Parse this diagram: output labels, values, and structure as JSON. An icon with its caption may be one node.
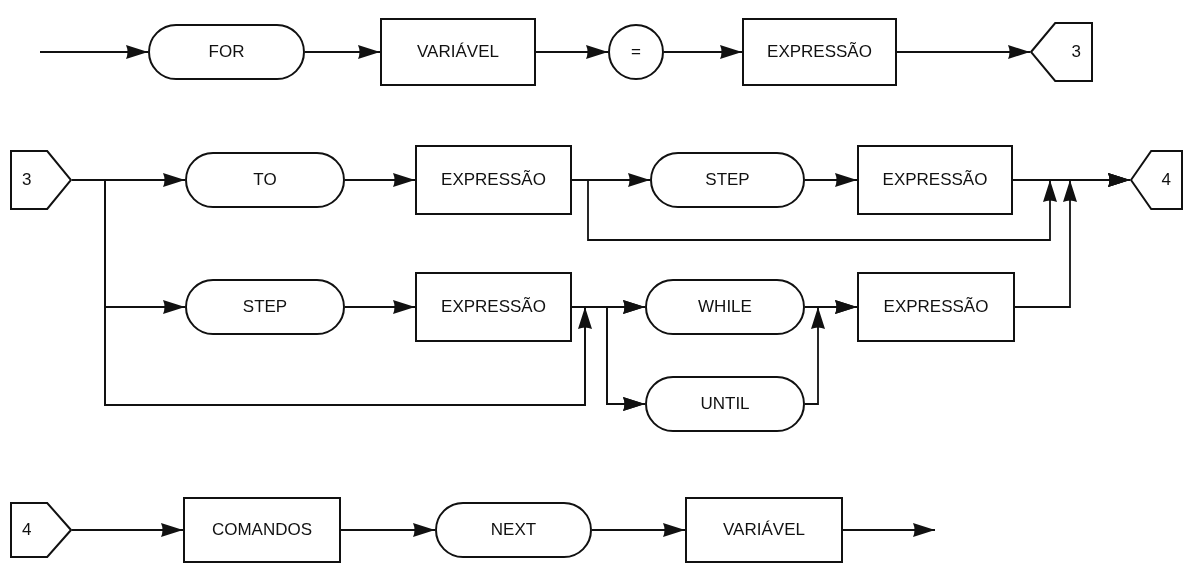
{
  "diagram": {
    "nodes": [
      {
        "text": [
          "FOR"
        ]
      },
      {
        "text": [
          "VARIÁVEL"
        ]
      },
      {
        "text": [
          "="
        ]
      },
      {
        "text": [
          "EXPRESSÃO"
        ]
      },
      {
        "text": [
          "3"
        ]
      },
      {
        "text": [
          "3"
        ]
      },
      {
        "text": [
          "TO"
        ]
      },
      {
        "text": [
          "EXPRESSÃO"
        ]
      },
      {
        "text": [
          "STEP"
        ]
      },
      {
        "text": [
          "EXPRESSÃO"
        ]
      },
      {
        "text": [
          "4"
        ]
      },
      {
        "text": [
          "STEP"
        ]
      },
      {
        "text": [
          "EXPRESSÃO"
        ]
      },
      {
        "text": [
          "WHILE"
        ]
      },
      {
        "text": [
          "EXPRESSÃO"
        ]
      },
      {
        "text": [
          "UNTIL"
        ]
      },
      {
        "text": [
          "4"
        ]
      },
      {
        "text": [
          "COMANDOS"
        ]
      },
      {
        "text": [
          "NEXT"
        ]
      },
      {
        "text": [
          "VARIÁVEL"
        ]
      }
    ],
    "edges": [
      {
        "from": null,
        "to": 0,
        "arrow": "to"
      },
      {
        "from": 0,
        "to": 1,
        "arrow": "to"
      },
      {
        "from": 1,
        "to": 2,
        "arrow": "to"
      },
      {
        "from": 2,
        "to": 3,
        "arrow": "to"
      },
      {
        "from": 3,
        "to": 4,
        "arrow": "to"
      },
      {
        "from": 5,
        "to": 6,
        "arrow": "to"
      },
      {
        "from": 6,
        "to": 7,
        "arrow": "to"
      },
      {
        "from": 7,
        "to": 8,
        "arrow": "to"
      },
      {
        "from": 8,
        "to": 9,
        "arrow": "to"
      },
      {
        "from": 9,
        "to": 10,
        "arrow": "to"
      },
      {
        "from": 7,
        "to": 10,
        "arrow": "to"
      },
      {
        "from": 5,
        "to": 11,
        "arrow": "to"
      },
      {
        "from": 11,
        "to": 12,
        "arrow": "to"
      },
      {
        "from": 12,
        "to": 13,
        "arrow": "to"
      },
      {
        "from": 12,
        "to": 15,
        "arrow": "to"
      },
      {
        "from": 5,
        "to": 13,
        "arrow": "to"
      },
      {
        "from": 5,
        "to": 15,
        "arrow": "to"
      },
      {
        "from": 13,
        "to": 14,
        "arrow": "to"
      },
      {
        "from": 15,
        "to": 14,
        "arrow": "to"
      },
      {
        "from": 14,
        "to": 10,
        "arrow": "to"
      },
      {
        "from": 16,
        "to": 17,
        "arrow": "to"
      },
      {
        "from": 17,
        "to": 18,
        "arrow": "to"
      },
      {
        "from": 18,
        "to": 19,
        "arrow": "to"
      },
      {
        "from": 19,
        "to": null,
        "arrow": "to"
      }
    ]
  }
}
